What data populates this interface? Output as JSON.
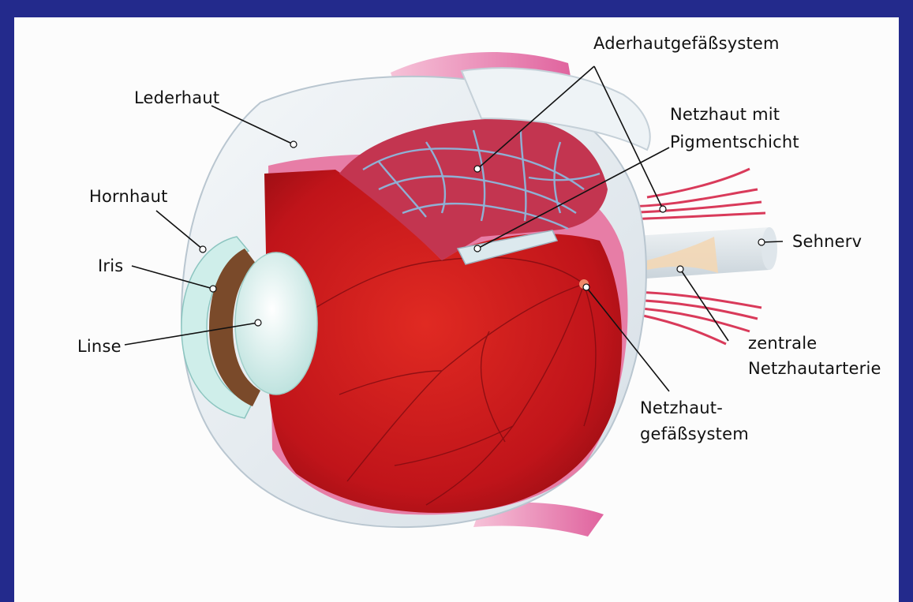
{
  "labels": {
    "aderhaut": "Aderhautgefäßsystem",
    "netzhaut_line1": "Netzhaut mit",
    "netzhaut_line2": "Pigmentschicht",
    "lederhaut": "Lederhaut",
    "hornhaut": "Hornhaut",
    "iris": "Iris",
    "linse": "Linse",
    "sehnerv": "Sehnerv",
    "arterie_line1": "zentrale",
    "arterie_line2": "Netzhautarterie",
    "gefaess_line1": "Netzhaut-",
    "gefaess_line2": "gefäßsystem"
  },
  "colors": {
    "background_border": "#232a8c",
    "sclera": "#e9eef2",
    "retina": "#c3141a",
    "choroid_vessels": "#6f8fb8",
    "muscle": "#e889b4",
    "lens": "#dff2f0",
    "iris": "#7a4a2a"
  }
}
